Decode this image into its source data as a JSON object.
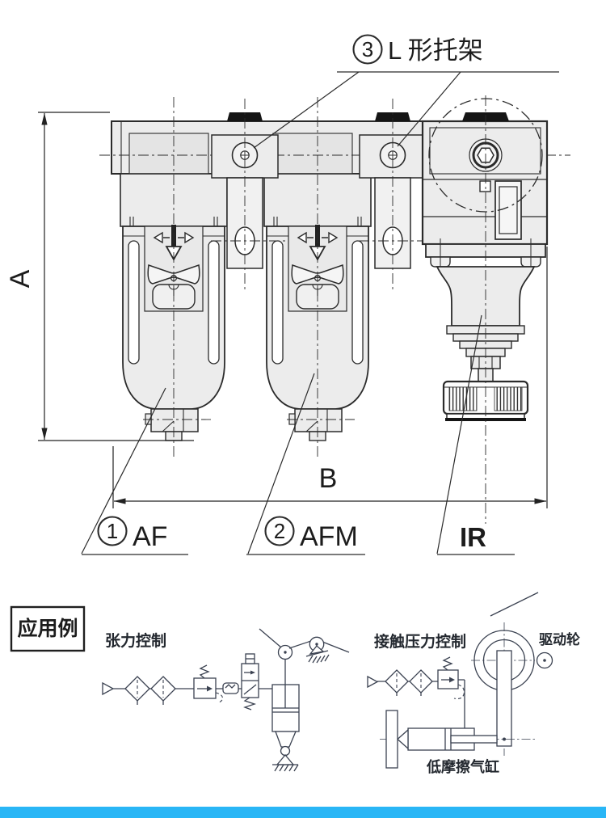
{
  "page": {
    "background": "#ffffff",
    "accent_bar_color": "#29b6f6"
  },
  "drawing": {
    "bracket_callout": {
      "number": "3",
      "label": "L 形托架"
    },
    "dimensions": {
      "height_label": "A",
      "width_label": "B"
    },
    "parts": [
      {
        "number": "1",
        "label": "AF"
      },
      {
        "number": "2",
        "label": "AFM"
      },
      {
        "number": "",
        "label": "IR"
      }
    ]
  },
  "applications": {
    "section_label": "应用例",
    "examples": [
      {
        "title": "张力控制"
      },
      {
        "title": "接触压力控制",
        "labels": {
          "drive_wheel": "驱动轮",
          "cylinder": "低摩擦气缸"
        }
      }
    ]
  }
}
